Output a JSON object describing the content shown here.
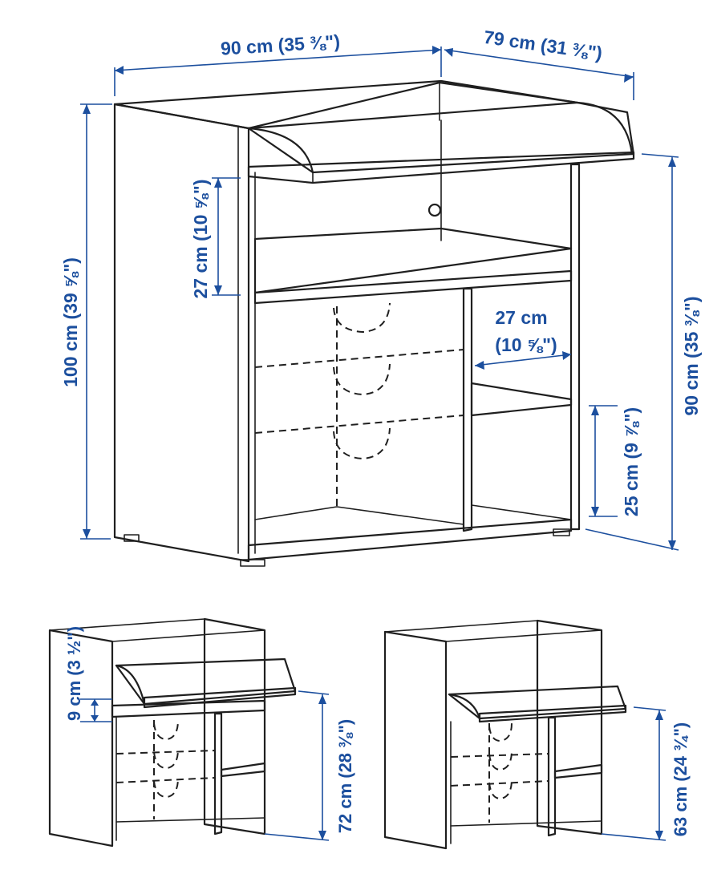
{
  "dimensions": {
    "top_width": "90 cm (35 ⅜\")",
    "top_depth": "79 cm (31 ⅜\")",
    "overall_height": "100 cm (39 ⅝\")",
    "table_height": "90 cm (35 ⅜\")",
    "upper_compartment_height": "27 cm (10 ⅝\")",
    "side_compartment_width_line1": "27 cm",
    "side_compartment_width_line2": "(10 ⅝\")",
    "side_compartment_height": "25 cm (9 ⅞\")",
    "tray_clearance": "9 cm (3 ½\")",
    "middle_position_height": "72 cm (28 ⅜\")",
    "low_position_height": "63 cm (24 ¾\")"
  },
  "colors": {
    "dimension": "#1c4f9e",
    "outline": "#1f1f1f",
    "background": "#ffffff"
  }
}
